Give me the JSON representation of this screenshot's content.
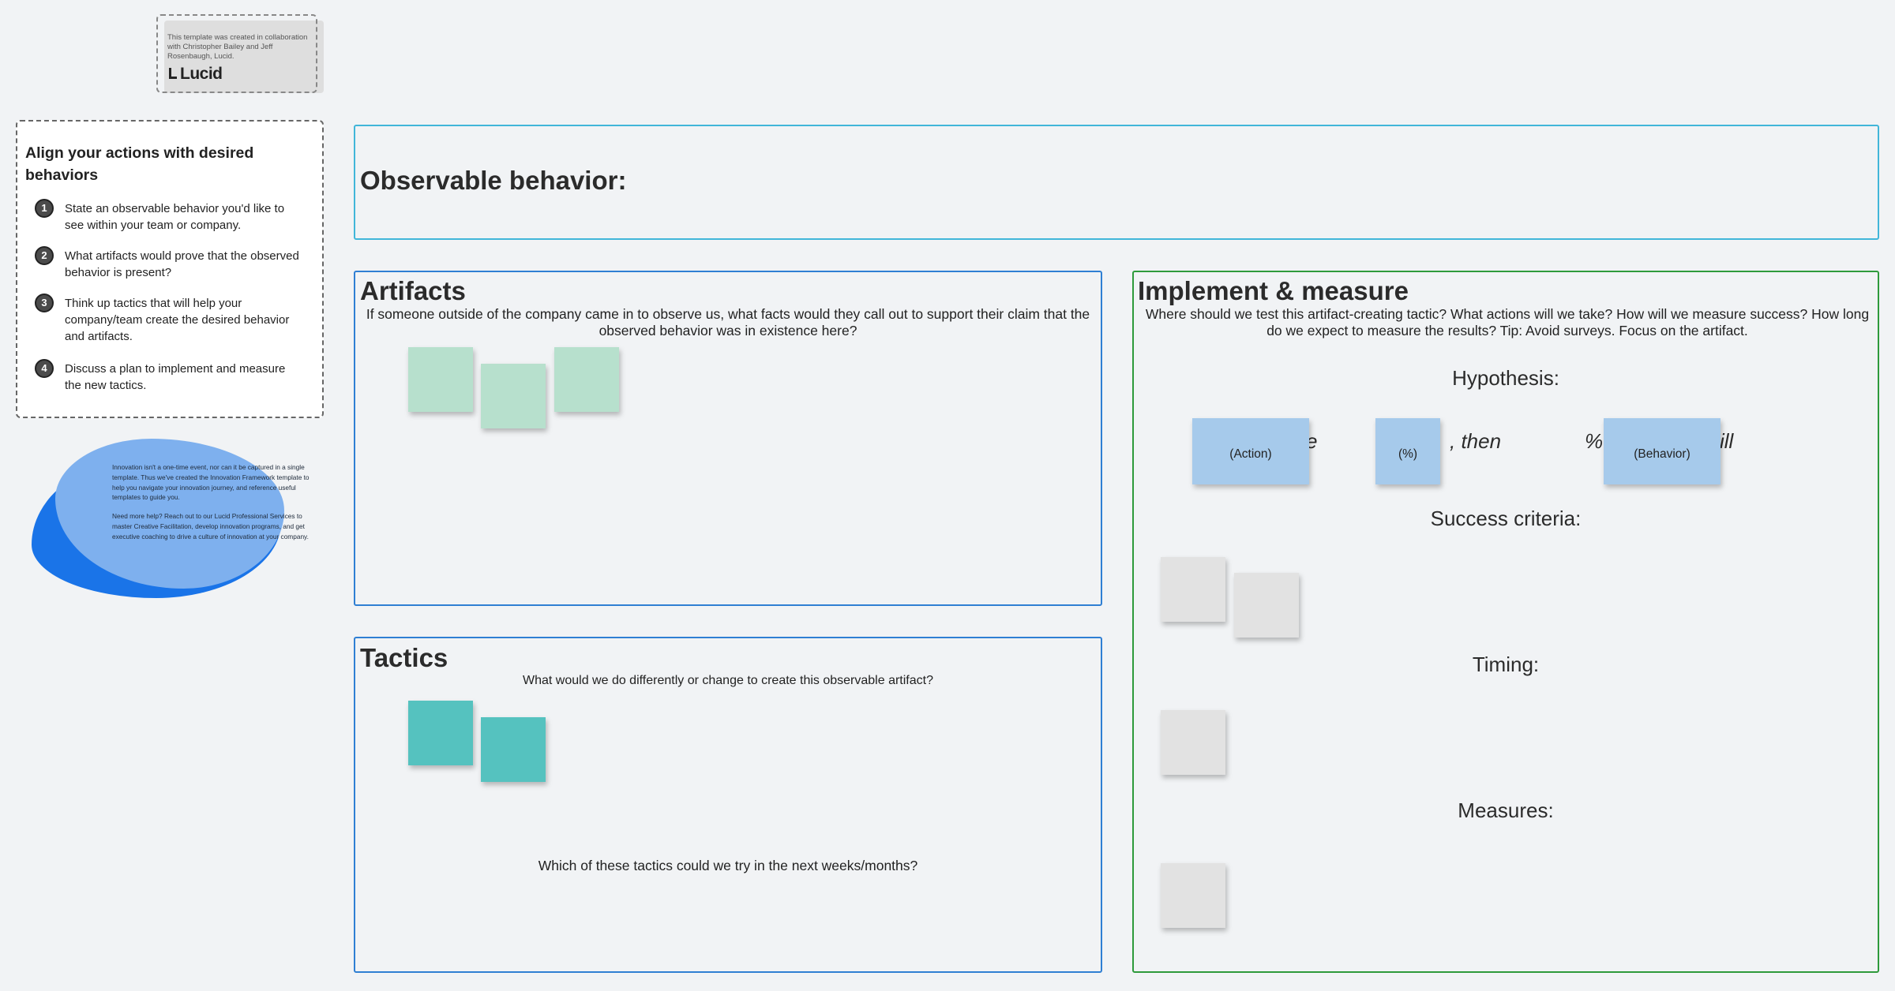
{
  "credit": {
    "text": "This template was created in collaboration with Christopher Bailey and Jeff Rosenbaugh, Lucid.",
    "logo": "Lucid"
  },
  "instructions": {
    "title": "Align your actions with desired behaviors",
    "steps": [
      {
        "num": "1",
        "text": "State an observable behavior you'd like to see within your team or company."
      },
      {
        "num": "2",
        "text": "What artifacts would prove that the observed behavior is present?"
      },
      {
        "num": "3",
        "text": "Think up tactics that will help your company/team create the desired behavior and artifacts."
      },
      {
        "num": "4",
        "text": "Discuss a plan to implement and measure the new tactics."
      }
    ]
  },
  "blob": {
    "para1": "Innovation isn't a one-time event, nor can it be captured in a single template. Thus we've created the Innovation Framework template to help you navigate your innovation journey, and reference useful templates to guide you.",
    "para2": "Need more help? Reach out to our Lucid Professional Services to master Creative Facilitation, develop innovation programs, and get executive coaching to drive a culture of innovation at your company."
  },
  "observable": {
    "title": "Observable behavior:"
  },
  "artifacts": {
    "title": "Artifacts",
    "desc": "If someone outside of the company came in to observe us, what facts would they call out to support their claim that the observed behavior was in existence here?"
  },
  "tactics": {
    "title": "Tactics",
    "desc": "What would we do differently or change to create this observable artifact?",
    "question": "Which of these tactics could we try in the next weeks/months?"
  },
  "implement": {
    "title": "Implement & measure",
    "desc": "Where should we test this artifact-creating tactic? What actions will we take? How will we measure success? How long do we expect to measure the results? Tip: Avoid surveys. Focus on the artifact.",
    "hypothesis_label": "Hypothesis:",
    "hyp_fragment_1": "e",
    "hyp_fragment_2": ", then",
    "hyp_fragment_3": "%",
    "hyp_fragment_4": "ill",
    "sticky_action": "(Action)",
    "sticky_percent": "(%)",
    "sticky_behavior": "(Behavior)",
    "success_label": "Success criteria:",
    "timing_label": "Timing:",
    "measures_label": "Measures:"
  },
  "colors": {
    "background": "#f1f3f5",
    "frame_blue": "#2f7fd3",
    "frame_cyan": "#41b6d9",
    "frame_green": "#2e9a3b",
    "sticky_mint": "#b7e0cd",
    "sticky_teal": "#55c2bf",
    "sticky_grey": "#e2e2e2",
    "sticky_blue": "#a6caeb",
    "blob_dark": "#1a74e8",
    "blob_light": "#7eb0ee"
  }
}
